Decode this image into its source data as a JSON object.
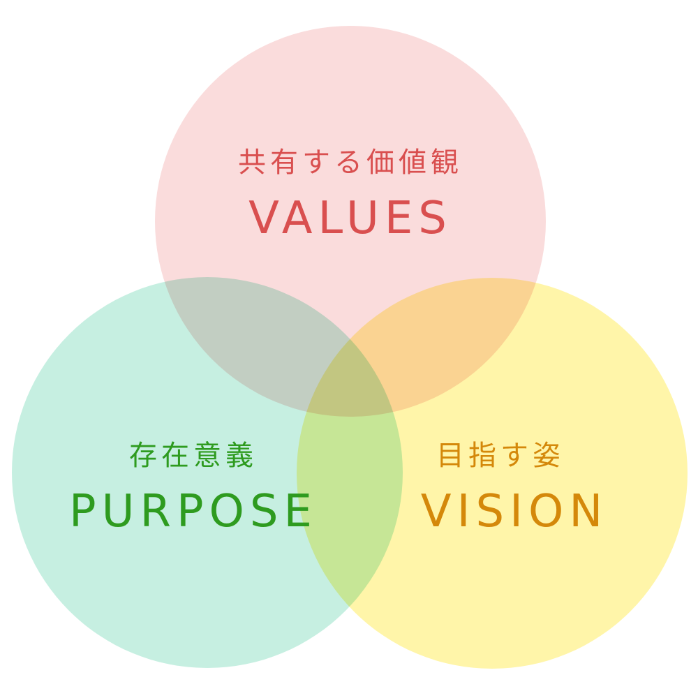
{
  "diagram": {
    "type": "venn",
    "sets": [
      {
        "id": "values",
        "subtitle": "共有する価値観",
        "title": "VALUES",
        "fill": "#f8c9c9",
        "text_color": "#d94f4f"
      },
      {
        "id": "purpose",
        "subtitle": "存在意義",
        "title": "PURPOSE",
        "fill": "#aee8d4",
        "text_color": "#2e9b1f"
      },
      {
        "id": "vision",
        "subtitle": "目指す姿",
        "title": "VISION",
        "fill": "#fff07a",
        "text_color": "#d4880a"
      }
    ]
  }
}
